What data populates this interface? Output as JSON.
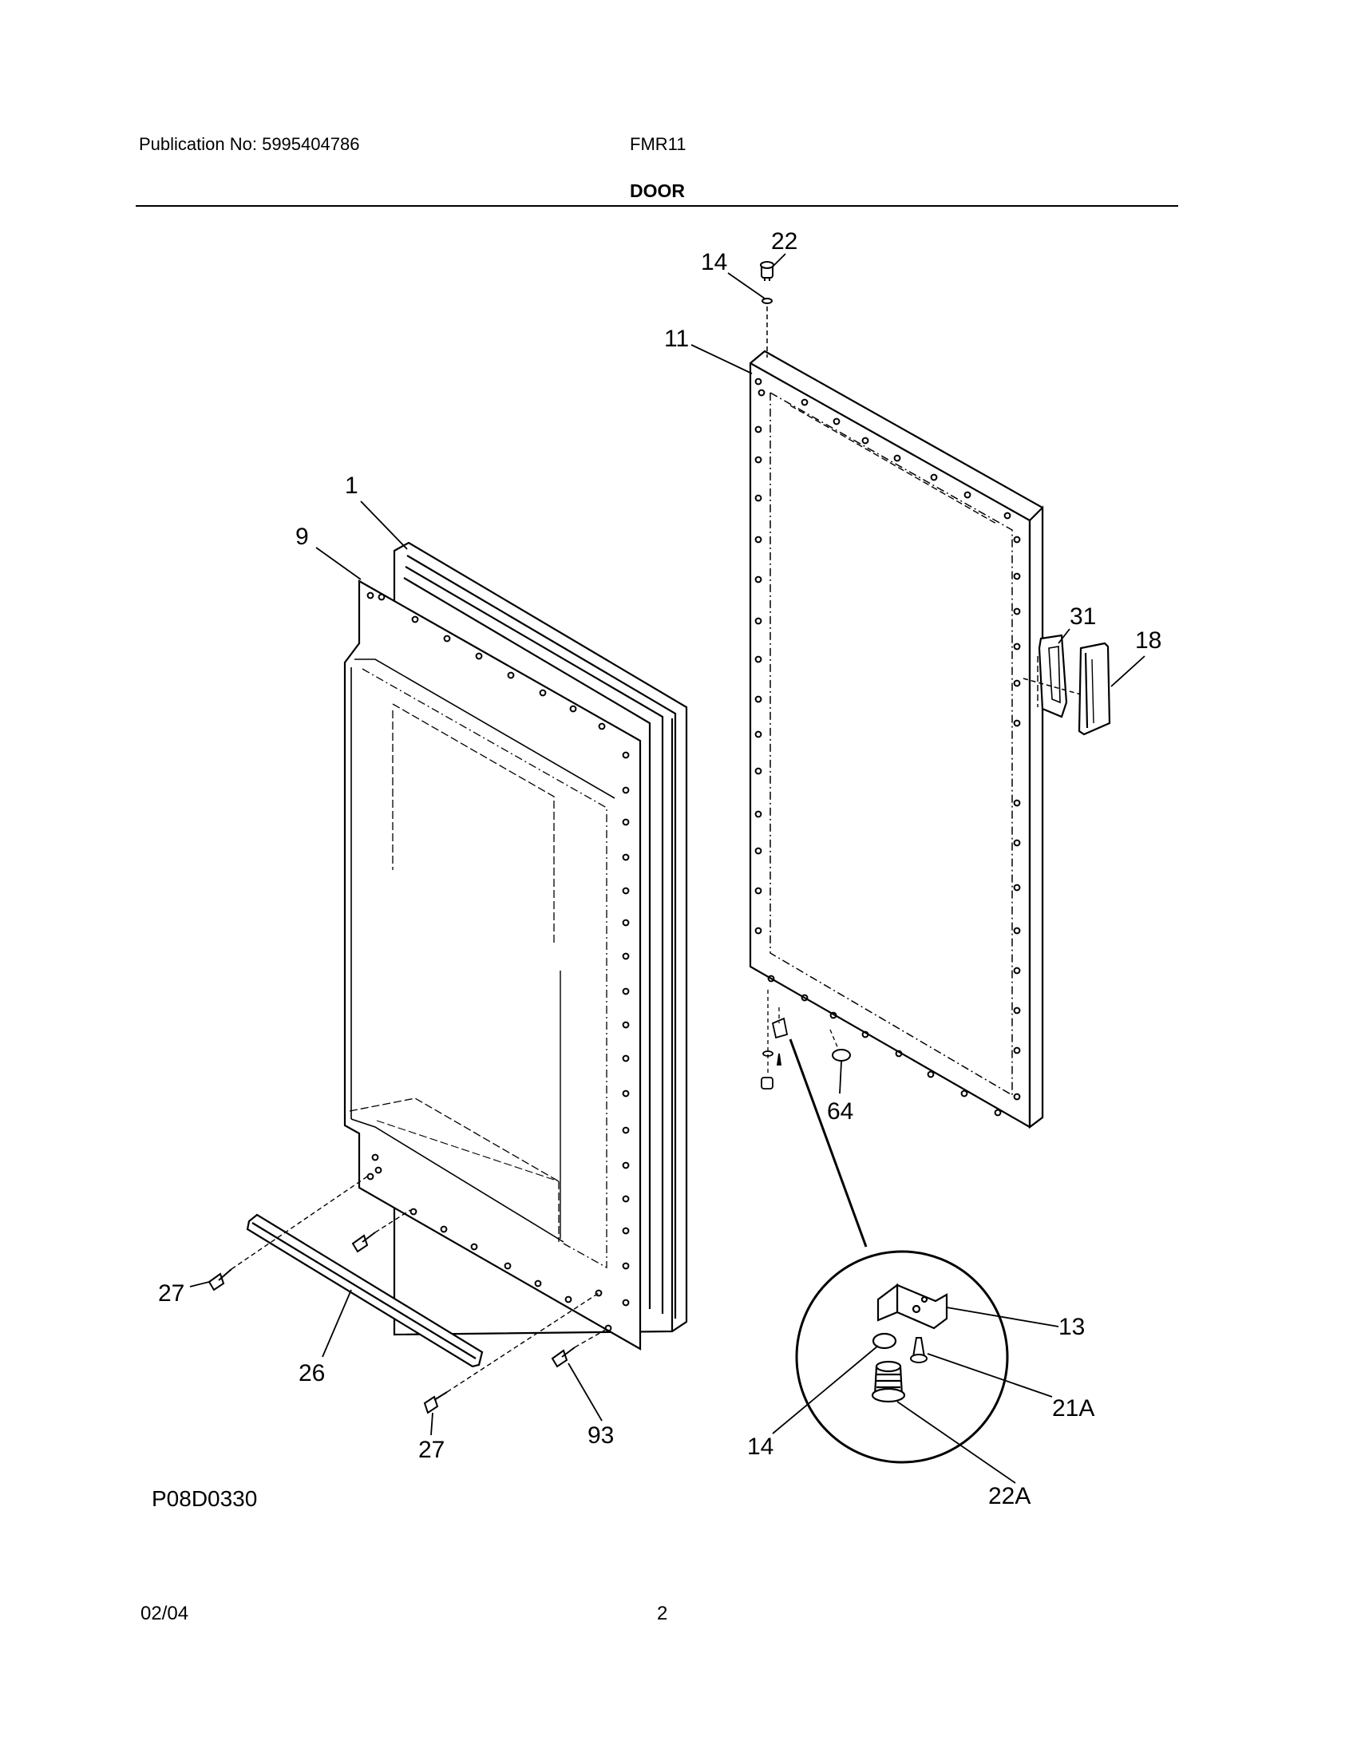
{
  "header": {
    "publication": "Publication No: 5995404786",
    "model": "FMR11",
    "section": "DOOR"
  },
  "callouts": {
    "c1": "1",
    "c9": "9",
    "c11": "11",
    "c13": "13",
    "c14_top": "14",
    "c14_detail": "14",
    "c18": "18",
    "c21A": "21A",
    "c22": "22",
    "c22A": "22A",
    "c26": "26",
    "c27_left": "27",
    "c27_bottom": "27",
    "c31": "31",
    "c64": "64",
    "c93": "93"
  },
  "footer": {
    "diagram_code": "P08D0330",
    "date": "02/04",
    "page": "2"
  }
}
